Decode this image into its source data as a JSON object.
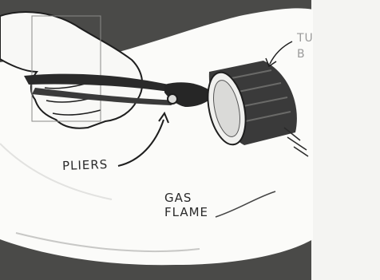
{
  "labels": {
    "pliers": "PLIERS",
    "gas_flame": "GAS\nFLAME",
    "tube_partial": "TU\nB"
  },
  "colors": {
    "background": "#4a4a48",
    "flame": "#fbfbf9",
    "paper": "#f4f4f2",
    "ink": "#1e1e1e"
  }
}
